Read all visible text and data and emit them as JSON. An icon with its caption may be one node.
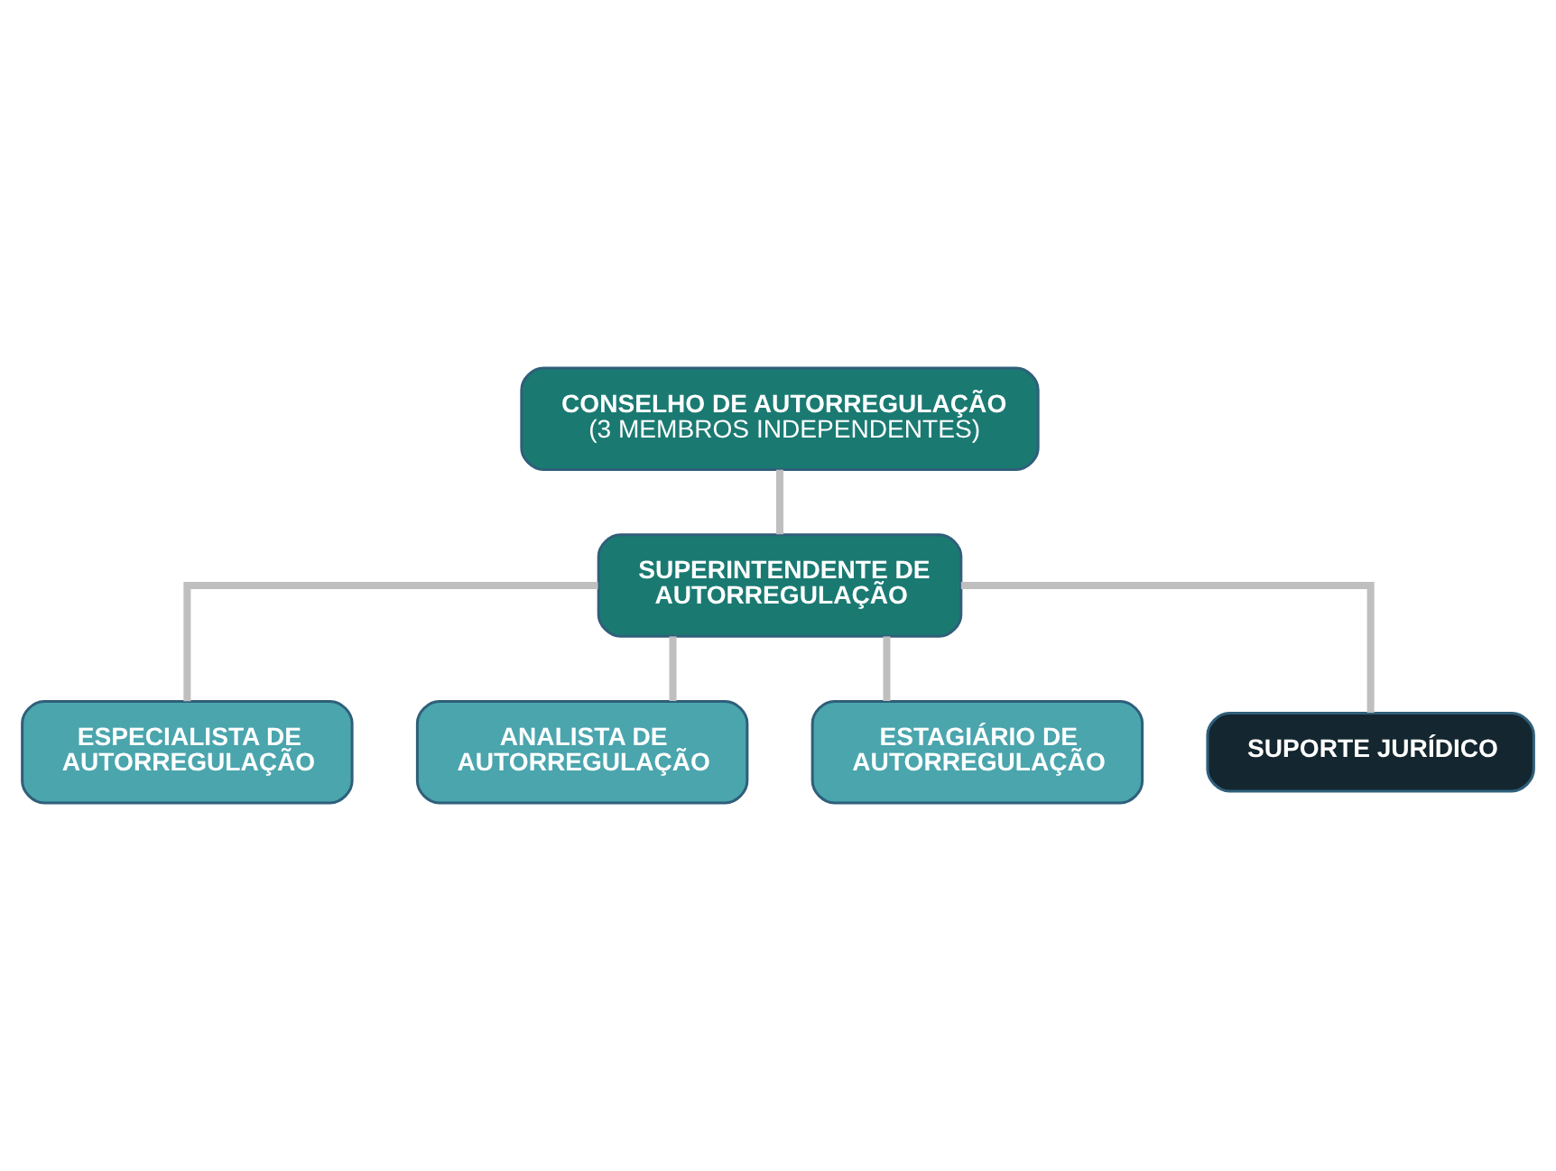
{
  "diagram": {
    "nodes": [
      {
        "text": [
          "CONSELHO DE AUTORREGULAÇÃO",
          "(3 MEMBROS INDEPENDENTES)"
        ]
      },
      {
        "text": [
          "SUPERINTENDENTE DE AUTORREGULAÇÃO"
        ]
      },
      {
        "text": [
          "ESPECIALISTA DE AUTORREGULAÇÃO"
        ]
      },
      {
        "text": [
          "ANALISTA DE AUTORREGULAÇÃO"
        ]
      },
      {
        "text": [
          "ESTAGIÁRIO DE AUTORREGULAÇÃO"
        ]
      },
      {
        "text": [
          "SUPORTE JURÍDICO"
        ]
      }
    ],
    "edges": [
      {
        "from": 0,
        "to": 1,
        "arrow": "none"
      },
      {
        "from": 1,
        "to": 2,
        "arrow": "none"
      },
      {
        "from": 1,
        "to": 3,
        "arrow": "none"
      },
      {
        "from": 1,
        "to": 4,
        "arrow": "none"
      },
      {
        "from": 1,
        "to": 5,
        "arrow": "none"
      }
    ]
  }
}
